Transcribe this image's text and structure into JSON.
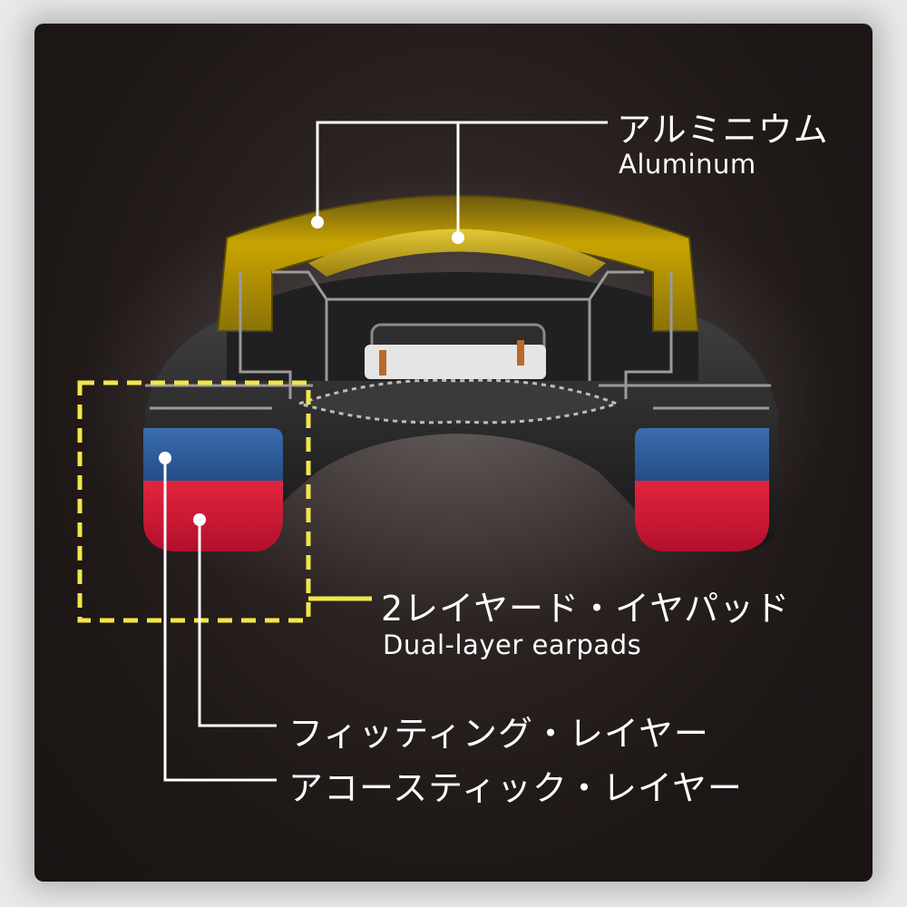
{
  "labels": {
    "aluminum_jp": "アルミニウム",
    "aluminum_en": "Aluminum",
    "earpads_jp": "2レイヤード・イヤパッド",
    "earpads_en": "Dual-layer earpads",
    "fitting_jp": "フィッティング・レイヤー",
    "acoustic_jp": "アコースティック・レイヤー"
  },
  "colors": {
    "aluminum": "#c9a400",
    "fitting_layer": "#d0193a",
    "acoustic_layer": "#2d5e9e",
    "highlight_box": "#f2e64a",
    "callout_lines": "#ffffff"
  }
}
